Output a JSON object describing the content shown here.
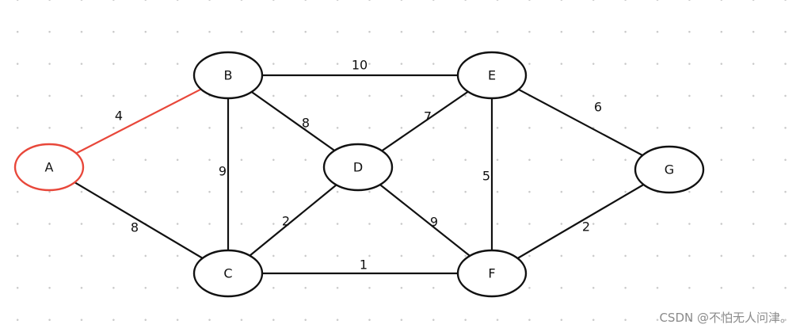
{
  "graph": {
    "nodes": [
      {
        "id": "A",
        "label": "A",
        "highlighted": true
      },
      {
        "id": "B",
        "label": "B",
        "highlighted": false
      },
      {
        "id": "C",
        "label": "C",
        "highlighted": false
      },
      {
        "id": "D",
        "label": "D",
        "highlighted": false
      },
      {
        "id": "E",
        "label": "E",
        "highlighted": false
      },
      {
        "id": "F",
        "label": "F",
        "highlighted": false
      },
      {
        "id": "G",
        "label": "G",
        "highlighted": false
      }
    ],
    "edges": [
      {
        "from": "A",
        "to": "B",
        "weight": "4",
        "highlighted": true
      },
      {
        "from": "A",
        "to": "C",
        "weight": "8",
        "highlighted": false
      },
      {
        "from": "B",
        "to": "C",
        "weight": "9",
        "highlighted": false
      },
      {
        "from": "B",
        "to": "D",
        "weight": "8",
        "highlighted": false
      },
      {
        "from": "B",
        "to": "E",
        "weight": "10",
        "highlighted": false
      },
      {
        "from": "C",
        "to": "D",
        "weight": "2",
        "highlighted": false
      },
      {
        "from": "C",
        "to": "F",
        "weight": "1",
        "highlighted": false
      },
      {
        "from": "D",
        "to": "E",
        "weight": "7",
        "highlighted": false
      },
      {
        "from": "D",
        "to": "F",
        "weight": "9",
        "highlighted": false
      },
      {
        "from": "E",
        "to": "F",
        "weight": "5",
        "highlighted": false
      },
      {
        "from": "E",
        "to": "G",
        "weight": "6",
        "highlighted": false
      },
      {
        "from": "F",
        "to": "G",
        "weight": "2",
        "highlighted": false
      }
    ]
  },
  "colors": {
    "highlight": "#e8473a",
    "default": "#111111"
  },
  "watermark": "CSDN @不怕无人问津。"
}
